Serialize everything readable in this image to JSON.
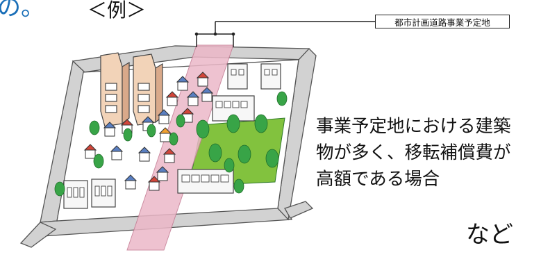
{
  "heading_fragment": "の。",
  "example_label": "＜例＞",
  "callout_label": "都市計画道路事業予定地",
  "description_lines": [
    "事業予定地における建築",
    "物が多く、移転補償費が",
    "高額である場合"
  ],
  "trailing_text": "など",
  "colors": {
    "heading_blue": "#1a6fb8",
    "road_gray": "#cfcfcf",
    "planned_road_pink": "#e8b4c4",
    "park_green": "#7dbe3a",
    "tree_green": "#3aa447",
    "building_peach": "#f3d7c0"
  },
  "icons": [
    "road-grid",
    "planned-road-strip",
    "tall-building",
    "house",
    "apartment",
    "park",
    "tree",
    "callout-bracket"
  ]
}
